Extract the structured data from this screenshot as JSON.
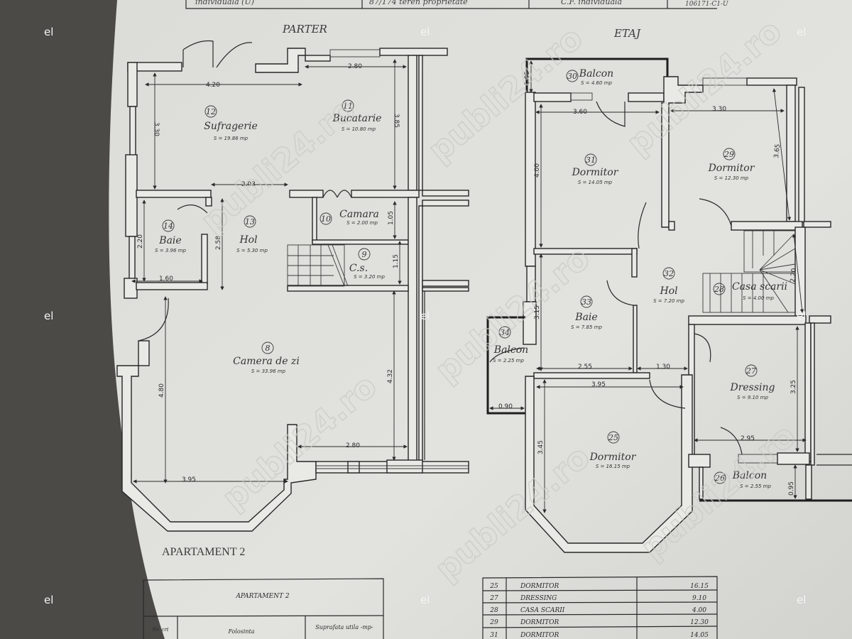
{
  "header_strip": {
    "cells": [
      "individuala (U)",
      "87/174 teren proprietate",
      "C.F. individuala",
      "106171-C1-U"
    ]
  },
  "watermark": {
    "text": "publi24.ro",
    "corner_mark": "el"
  },
  "plan": {
    "parter": {
      "title": "PARTER",
      "rooms": [
        {
          "number": "12",
          "name": "Sufragerie",
          "area": "S = 19.86 mp"
        },
        {
          "number": "11",
          "name": "Bucatarie",
          "area": "S = 10.80 mp"
        },
        {
          "number": "13",
          "name": "Hol",
          "area": "S = 5.30 mp"
        },
        {
          "number": "14",
          "name": "Baie",
          "area": "S = 3.96 mp"
        },
        {
          "number": "10",
          "name": "Camara",
          "area": "S = 2.00 mp"
        },
        {
          "number": "9",
          "name": "C.s.",
          "area": "S = 3.20 mp"
        },
        {
          "number": "8",
          "name": "Camera de zi",
          "area": "S = 33.96 mp"
        }
      ],
      "dimensions": [
        "4.20",
        "2.80",
        "3.30",
        "3.85",
        "2.03",
        "1.05",
        "1.15",
        "2.20",
        "2.58",
        "1.60",
        "4.80",
        "4.32",
        "2.80",
        "3.95"
      ]
    },
    "etaj": {
      "title": "ETAJ",
      "rooms": [
        {
          "number": "30",
          "name": "Balcon",
          "area": "S = 4.60 mp"
        },
        {
          "number": "31",
          "name": "Dormitor",
          "area": "S = 14.05 mp"
        },
        {
          "number": "29",
          "name": "Dormitor",
          "area": "S = 12.30 mp"
        },
        {
          "number": "32",
          "name": "Hol",
          "area": "S = 7.20 mp"
        },
        {
          "number": "28",
          "name": "Casa scarii",
          "area": "S = 4.00 mp"
        },
        {
          "number": "33",
          "name": "Baie",
          "area": "S = 7.85 mp"
        },
        {
          "number": "34",
          "name": "Balcon",
          "area": "S = 2.25 mp"
        },
        {
          "number": "27",
          "name": "Dressing",
          "area": "S = 9.10 mp"
        },
        {
          "number": "25",
          "name": "Dormitor",
          "area": "S = 16.15 mp"
        },
        {
          "number": "26",
          "name": "Balcon",
          "area": "S = 2.55 mp"
        }
      ],
      "dimensions": [
        "1.05",
        "3.60",
        "4.00",
        "3.30",
        "3.65",
        "2.20",
        "3.15",
        "2.55",
        "1.30",
        "3.95",
        "0.90",
        "3.25",
        "2.95",
        "3.45",
        "0.95"
      ]
    }
  },
  "apartment_label": "APARTAMENT 2",
  "summary_table": {
    "title": "APARTAMENT 2",
    "columns": [
      "Nr. crt",
      "Folosinta",
      "Suprafata utila -mp-"
    ]
  },
  "area_table": {
    "rows": [
      {
        "nr": "25",
        "name": "DORMITOR",
        "area": "16.15"
      },
      {
        "nr": "27",
        "name": "DRESSING",
        "area": "9.10"
      },
      {
        "nr": "28",
        "name": "CASA SCARII",
        "area": "4.00"
      },
      {
        "nr": "29",
        "name": "DORMITOR",
        "area": "12.30"
      },
      {
        "nr": "31",
        "name": "DORMITOR",
        "area": "14.05"
      }
    ]
  }
}
